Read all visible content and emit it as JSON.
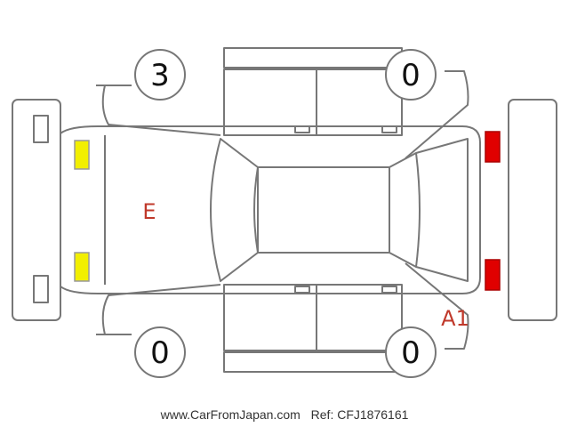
{
  "tires": {
    "front_left": "3",
    "front_right": "0",
    "rear_left": "0",
    "rear_right": "0"
  },
  "damage_marks": {
    "hood": "E",
    "rear_quarter": "A1"
  },
  "colors": {
    "outline": "#777777",
    "mark": "#c0392b",
    "front_lamp": "#f2ef00",
    "rear_lamp": "#e00000"
  },
  "footer": {
    "site": "www.CarFromJapan.com",
    "ref": "Ref: CFJ1876161"
  }
}
